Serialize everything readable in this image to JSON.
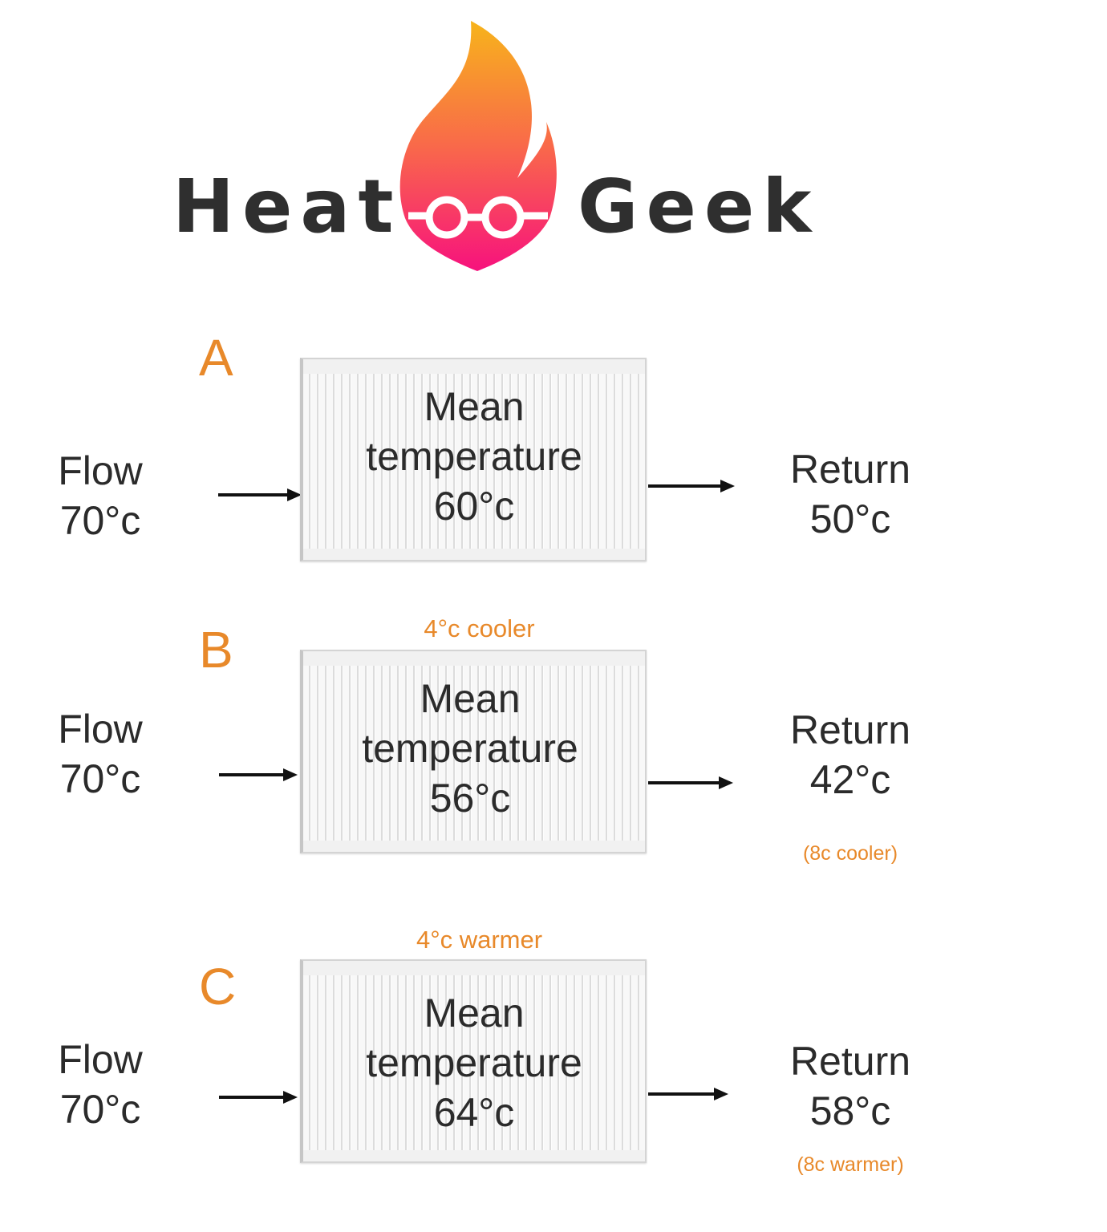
{
  "logo": {
    "word_left": "Heat",
    "word_right": "Geek",
    "icon": "flame-with-glasses-icon",
    "colors": {
      "flame_top": "#f7b41b",
      "flame_mid": "#f9694a",
      "flame_bottom": "#f7127d",
      "text": "#2f2f2f"
    }
  },
  "accent_color": "#e8892a",
  "scenarios": [
    {
      "letter": "A",
      "flow_label": "Flow",
      "flow_temp": "70°c",
      "mean_line1": "Mean",
      "mean_line2": "temperature",
      "mean_temp": "60°c",
      "return_label": "Return",
      "return_temp": "50°c",
      "note_top": "",
      "note_bottom": ""
    },
    {
      "letter": "B",
      "flow_label": "Flow",
      "flow_temp": "70°c",
      "mean_line1": "Mean",
      "mean_line2": "temperature",
      "mean_temp": "56°c",
      "return_label": "Return",
      "return_temp": "42°c",
      "note_top": "4°c cooler",
      "note_bottom": "(8c cooler)"
    },
    {
      "letter": "C",
      "flow_label": "Flow",
      "flow_temp": "70°c",
      "mean_line1": "Mean",
      "mean_line2": "temperature",
      "mean_temp": "64°c",
      "return_label": "Return",
      "return_temp": "58°c",
      "note_top": "4°c warmer",
      "note_bottom": "(8c warmer)"
    }
  ]
}
